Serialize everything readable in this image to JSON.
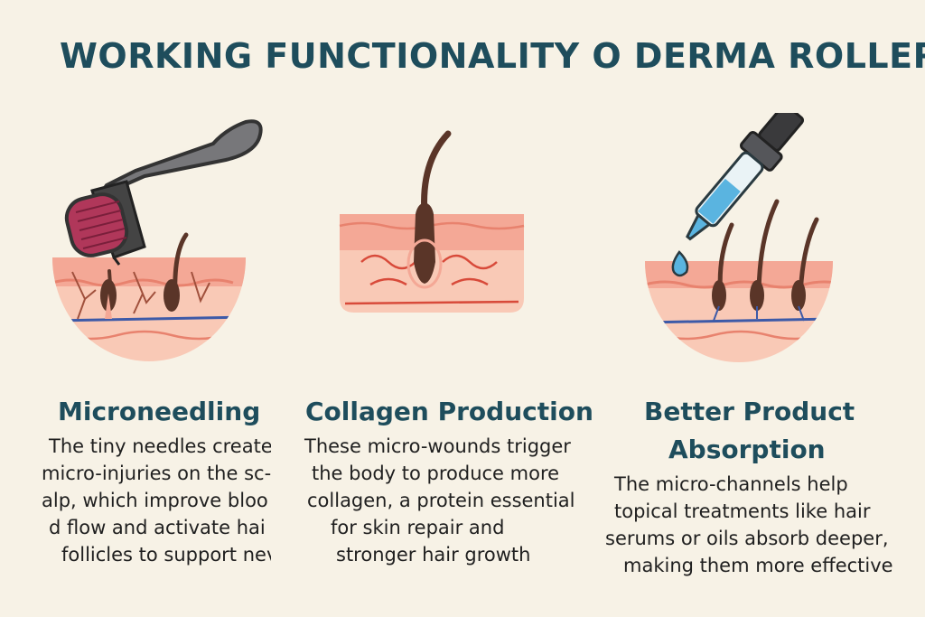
{
  "title": "WORKING FUNCTIONALITY O DERMA ROLLER",
  "columns": [
    {
      "heading": "Microneedling",
      "body_lines": [
        "The tiny needles create",
        "micro-injuries on the sc-",
        "alp, which improve bloo",
        "d flow and activate hai",
        "follicles to support nev"
      ]
    },
    {
      "heading": "Collagen Production",
      "body_lines": [
        "These micro-wounds trigger",
        "the body to produce more",
        "collagen, a protein essential",
        "for skin repair and",
        "stronger hair growth"
      ]
    },
    {
      "heading_lines": [
        "Better Product",
        "Absorption"
      ],
      "body_lines": [
        "The micro-channels help",
        "topical treatments like hair",
        "serums or oils absorb deeper,",
        "making them more effective"
      ]
    }
  ],
  "colors": {
    "background": "#f7f2e6",
    "heading": "#1e4d5c",
    "skin_top": "#f4a896",
    "skin_bottom": "#f9c9b6",
    "hair": "#5a3528",
    "roller_handle": "#6f6f72",
    "roller_drum": "#b0375a",
    "vein": "#3d5aa8",
    "serum": "#5ab4e0"
  },
  "icons": [
    "derma-roller-icon",
    "skin-cross-section-icon",
    "dropper-icon"
  ]
}
